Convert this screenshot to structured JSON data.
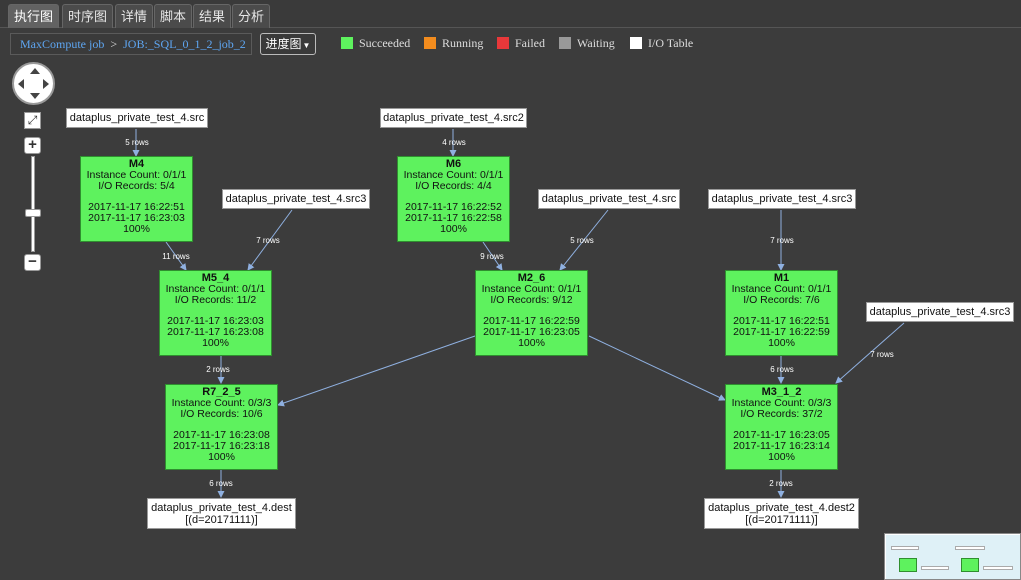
{
  "tabs": [
    {
      "label": "执行图",
      "active": true
    },
    {
      "label": "时序图",
      "active": false
    },
    {
      "label": "详情",
      "active": false
    },
    {
      "label": "脚本",
      "active": false
    },
    {
      "label": "结果",
      "active": false
    },
    {
      "label": "分析",
      "active": false
    }
  ],
  "breadcrumb": {
    "root": "MaxCompute job",
    "separator": ">",
    "job": "JOB:_SQL_0_1_2_job_2"
  },
  "progress_dropdown": {
    "label": "进度图"
  },
  "legend": [
    {
      "label": "Succeeded",
      "color": "#5ef25e"
    },
    {
      "label": "Running",
      "color": "#f28c1e"
    },
    {
      "label": "Failed",
      "color": "#e8383a"
    },
    {
      "label": "Waiting",
      "color": "#999999"
    },
    {
      "label": "I/O Table",
      "color": "#ffffff"
    }
  ],
  "zoom": {
    "fit_icon": "fit-screen-icon",
    "in_label": "+",
    "out_label": "−"
  },
  "io_tables": {
    "src_m4": "dataplus_private_test_4.src",
    "src2_m6": "dataplus_private_test_4.src2",
    "src3_m5": "dataplus_private_test_4.src3",
    "src_m2": "dataplus_private_test_4.src",
    "src3_m1": "dataplus_private_test_4.src3",
    "src3_m3": "dataplus_private_test_4.src3",
    "dest": {
      "line1": "dataplus_private_test_4.dest",
      "line2": "[(d=20171111)]"
    },
    "dest2": {
      "line1": "dataplus_private_test_4.dest2",
      "line2": "[(d=20171111)]"
    }
  },
  "tasks": {
    "M4": {
      "name": "M4",
      "instance": "Instance Count: 0/1/1",
      "records": "I/O Records: 5/4",
      "start": "2017-11-17 16:22:51",
      "end": "2017-11-17 16:23:03",
      "progress": "100%"
    },
    "M6": {
      "name": "M6",
      "instance": "Instance Count: 0/1/1",
      "records": "I/O Records: 4/4",
      "start": "2017-11-17 16:22:52",
      "end": "2017-11-17 16:22:58",
      "progress": "100%"
    },
    "M5_4": {
      "name": "M5_4",
      "instance": "Instance Count: 0/1/1",
      "records": "I/O Records: 11/2",
      "start": "2017-11-17 16:23:03",
      "end": "2017-11-17 16:23:08",
      "progress": "100%"
    },
    "M2_6": {
      "name": "M2_6",
      "instance": "Instance Count: 0/1/1",
      "records": "I/O Records: 9/12",
      "start": "2017-11-17 16:22:59",
      "end": "2017-11-17 16:23:05",
      "progress": "100%"
    },
    "M1": {
      "name": "M1",
      "instance": "Instance Count: 0/1/1",
      "records": "I/O Records: 7/6",
      "start": "2017-11-17 16:22:51",
      "end": "2017-11-17 16:22:59",
      "progress": "100%"
    },
    "R7_2_5": {
      "name": "R7_2_5",
      "instance": "Instance Count: 0/3/3",
      "records": "I/O Records: 10/6",
      "start": "2017-11-17 16:23:08",
      "end": "2017-11-17 16:23:18",
      "progress": "100%"
    },
    "M3_1_2": {
      "name": "M3_1_2",
      "instance": "Instance Count: 0/3/3",
      "records": "I/O Records: 37/2",
      "start": "2017-11-17 16:23:05",
      "end": "2017-11-17 16:23:14",
      "progress": "100%"
    }
  },
  "edge_labels": {
    "e1": "5 rows",
    "e2": "4 rows",
    "e3": "11 rows",
    "e4": "7 rows",
    "e5": "9 rows",
    "e6": "5 rows",
    "e7": "7 rows",
    "e8": "2 rows",
    "e9": "6 rows",
    "e10": "7 rows",
    "e11": "6 rows",
    "e12": "2 rows"
  }
}
